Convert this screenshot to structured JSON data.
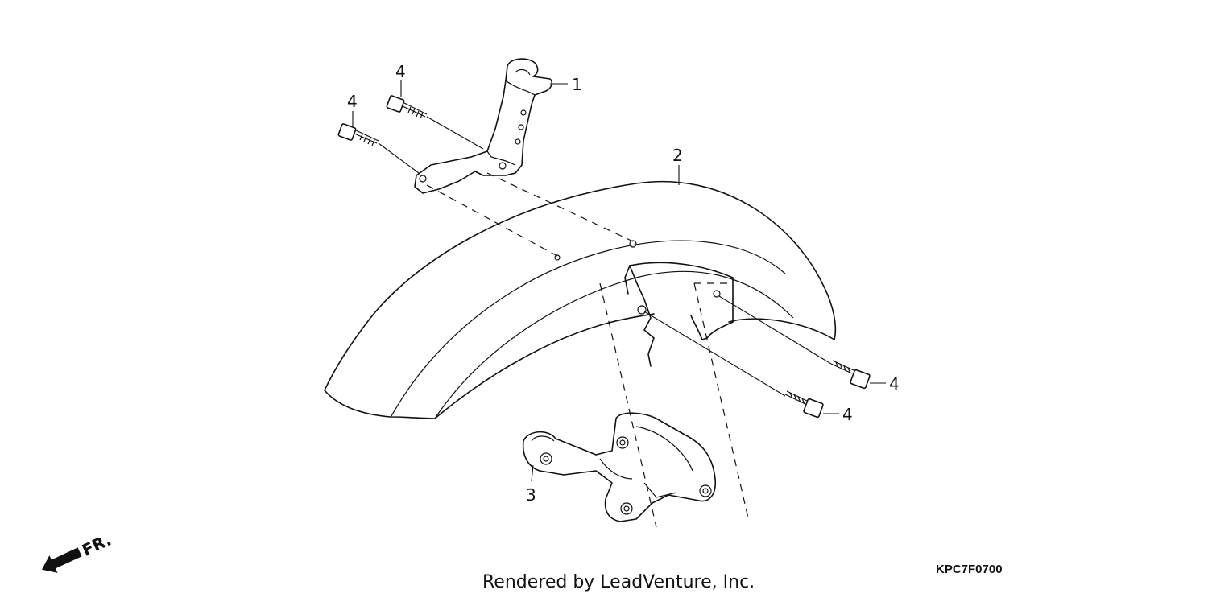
{
  "callouts": {
    "part_1": "1",
    "part_2": "2",
    "part_3": "3",
    "bolt_top": "4",
    "bolt_left": "4",
    "bolt_right_upper": "4",
    "bolt_right_lower": "4"
  },
  "direction_label": "FR.",
  "diagram_code": "KPC7F0700",
  "credit": "Rendered by LeadVenture, Inc."
}
